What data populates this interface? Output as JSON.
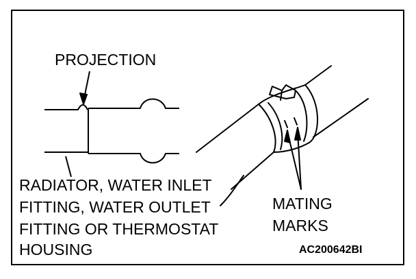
{
  "labels": {
    "projection": "PROJECTION",
    "fitting_lines": [
      "RADIATOR, WATER INLET",
      "FITTING, WATER OUTLET",
      "FITTING OR THERMOSTAT",
      "HOUSING"
    ],
    "mating_lines": [
      "MATING",
      "MARKS"
    ],
    "figure_code": "AC200642BI"
  },
  "colors": {
    "ink": "#000000",
    "paper": "#ffffff"
  }
}
